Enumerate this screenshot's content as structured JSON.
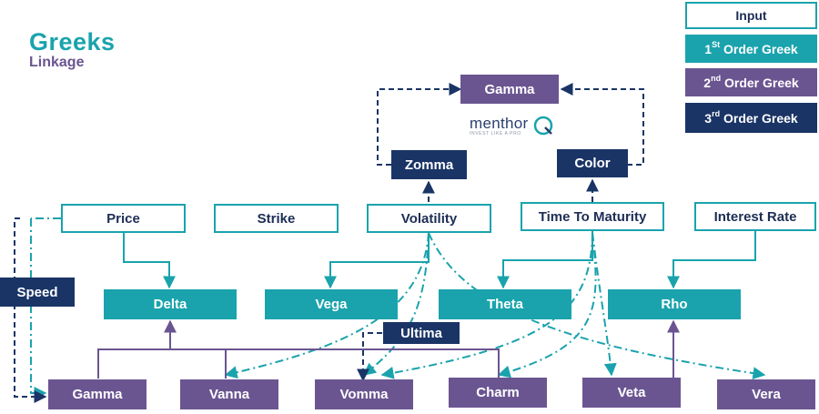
{
  "title": {
    "line1": "Greeks",
    "line2": "Linkage"
  },
  "watermark": {
    "name": "menthor",
    "tagline": "INVEST LIKE A PRO"
  },
  "legend": {
    "input": "Input",
    "first": {
      "num": "1",
      "sup": "St",
      "rest": " Order Greek"
    },
    "second": {
      "num": "2",
      "sup": "nd",
      "rest": " Order Greek"
    },
    "third": {
      "num": "3",
      "sup": "rd",
      "rest": " Order Greek"
    }
  },
  "nodes": {
    "price": "Price",
    "strike": "Strike",
    "volatility": "Volatility",
    "time_to_maturity": "Time To Maturity",
    "interest_rate": "Interest Rate",
    "delta": "Delta",
    "vega": "Vega",
    "theta": "Theta",
    "rho": "Rho",
    "gamma_bottom": "Gamma",
    "vanna": "Vanna",
    "vomma": "Vomma",
    "charm": "Charm",
    "veta": "Veta",
    "vera": "Vera",
    "gamma_top": "Gamma",
    "zomma": "Zomma",
    "color": "Color",
    "speed": "Speed",
    "ultima": "Ultima"
  },
  "colors": {
    "input_border": "#1aa3ad",
    "first_order": "#1aa3ad",
    "second_order": "#6a5591",
    "third_order": "#1a3466"
  }
}
